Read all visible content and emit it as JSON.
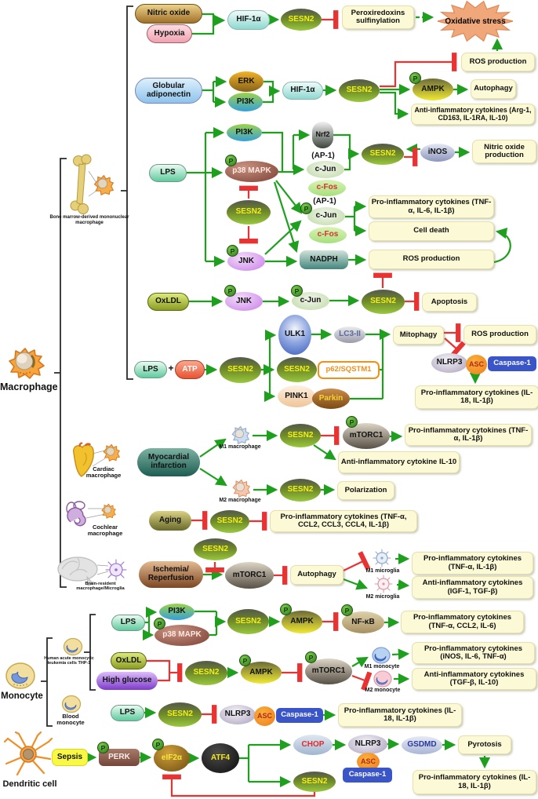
{
  "palette": {
    "arrow_green": "#1ea01e",
    "inhibit_red": "#e93232",
    "sesn2_text": "#f3ef18",
    "box_bg": "#fcf9d6",
    "star_fill": "#f0a87a"
  },
  "n": {
    "nitric_oxide": "Nitric oxide",
    "hypoxia": "Hypoxia",
    "hif1a": "HIF-1α",
    "sesn2": "SESN2",
    "peroxiredoxins": "Peroxiredoxins sulfinylation",
    "oxidative_stress": "Oxidative stress",
    "ros_production": "ROS production",
    "globular_adiponectin": "Globular adiponectin",
    "erk": "ERK",
    "pi3k": "PI3K",
    "ampk": "AMPK",
    "autophagy": "Autophagy",
    "anti_arg": "Anti-inflammatory cytokines (Arg-1, CD163, IL-1RA, IL-10)",
    "lps": "LPS",
    "p38_mapk": "p38 MAPK",
    "jnk": "JNK",
    "nrf2": "Nrf2",
    "ap1": "(AP-1)",
    "c_jun": "c-Jun",
    "c_fos": "c-Fos",
    "inos": "iNOS",
    "nitric_oxide_production": "Nitric oxide production",
    "pro_tnf_il6_il1b": "Pro-inflammatory cytokines (TNF-α, IL-6, IL-1β)",
    "cell_death": "Cell death",
    "nadph": "NADPH",
    "oxldl": "OxLDL",
    "apoptosis": "Apoptosis",
    "atp": "ATP",
    "plus": "+",
    "ulk1": "ULK1",
    "lc3ii": "LC3-II",
    "p62": "p62/SQSTM1",
    "pink1": "PINK1",
    "parkin": "Parkin",
    "mitophagy": "Mitophagy",
    "nlrp3": "NLRP3",
    "asc": "ASC",
    "caspase1": "Caspase-1",
    "pro_il18_il1b": "Pro-inflammatory cytokines (IL-18, IL-1β)",
    "myocardial_infarction": "Myocardial infarction",
    "m1_macrophage": "M1 macrophage",
    "m2_macrophage": "M2 macrophage",
    "mtorc1": "mTORC1",
    "pro_tnf_il1b": "Pro-inflammatory cytokines (TNF-α, IL-1β)",
    "anti_il10": "Anti-inflammatory cytokine IL-10",
    "polarization": "Polarization",
    "aging": "Aging",
    "pro_ccl": "Pro-inflammatory cytokines (TNF-α, CCL2, CCL3, CCL4, IL-1β)",
    "ischemia_reperfusion": "Ischemia/ Reperfusion",
    "m1_microglia": "M1 microglia",
    "m2_microglia": "M2 microglia",
    "anti_igf": "Anti-inflammatory cytokines (IGF-1, TGF-β)",
    "nfkb": "NF-κB",
    "pro_tnf_ccl2_il6": "Pro-inflammatory cytokines (TNF-α, CCL2, IL-6)",
    "high_glucose": "High glucose",
    "m1_monocyte": "M1 monocyte",
    "m2_monocyte": "M2 monocyte",
    "pro_inos_il6_tnf": "Pro-inflammatory cytokines (iNOS, IL-6, TNF-α)",
    "anti_tgf_il10": "Anti-inflammatory cytokines (TGF-β, IL-10)",
    "sepsis": "Sepsis",
    "perk": "PERK",
    "eif2a": "eIF2α",
    "atf4": "ATF4",
    "chop": "CHOP",
    "gsdmd": "GSDMD",
    "pyrotosis": "Pyrotosis",
    "p": "P"
  },
  "cells": {
    "macrophage": "Macrophage",
    "bone_marrow": "Bone marrow-derived mononuclear macrophage",
    "cardiac": "Cardiac macrophage",
    "cochlear": "Cochlear macrophage",
    "brain_resident": "Brain-resident macrophage/Microglia",
    "monocyte": "Monocyte",
    "thp1": "Human acute monocytic leukemia cells THP-1",
    "blood_monocyte": "Blood monocyte",
    "dendritic": "Dendritic cell"
  }
}
